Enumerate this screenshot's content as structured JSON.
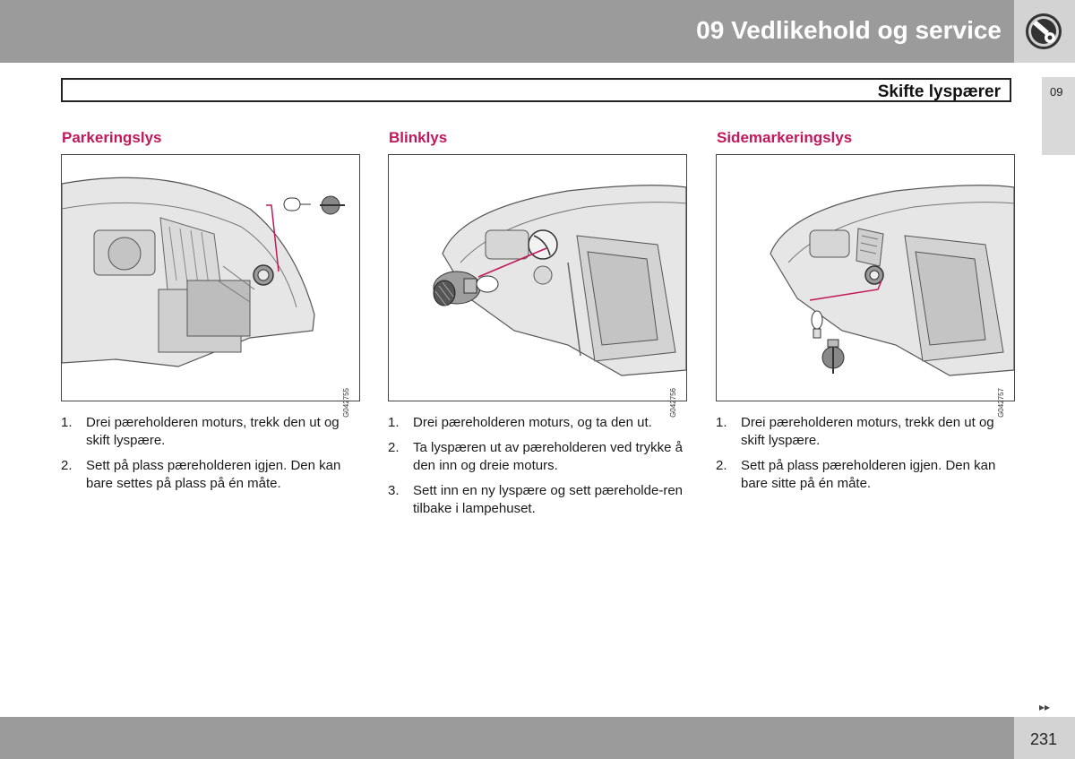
{
  "header": {
    "chapter_title": "09 Vedlikehold og service",
    "icon": "wrench-gear-icon"
  },
  "side_tab": {
    "label": "09"
  },
  "section": {
    "title": "Skifte lyspærer"
  },
  "columns": [
    {
      "heading": "Parkeringslys",
      "figure_code": "G042755",
      "steps": [
        {
          "num": "1.",
          "text": "Drei pæreholderen moturs, trekk den ut og skift lyspære."
        },
        {
          "num": "2.",
          "text": "Sett på plass pæreholderen igjen. Den kan bare settes på plass på én måte."
        }
      ]
    },
    {
      "heading": "Blinklys",
      "figure_code": "G042756",
      "steps": [
        {
          "num": "1.",
          "text": "Drei pæreholderen moturs, og ta den ut."
        },
        {
          "num": "2.",
          "text": "Ta lyspæren ut av pæreholderen ved trykke å den inn og dreie moturs."
        },
        {
          "num": "3.",
          "text": "Sett inn en ny lyspære og sett pæreholde-ren tilbake i lampehuset."
        }
      ]
    },
    {
      "heading": "Sidemarkeringslys",
      "figure_code": "G042757",
      "steps": [
        {
          "num": "1.",
          "text": "Drei pæreholderen moturs, trekk den ut og skift lyspære."
        },
        {
          "num": "2.",
          "text": "Sett på plass pæreholderen igjen. Den kan bare sitte på én måte."
        }
      ]
    }
  ],
  "footer": {
    "continue_mark": "▸▸",
    "page_number": "231"
  },
  "colors": {
    "heading_accent": "#c2185b",
    "bar_gray": "#9b9b9b",
    "light_gray": "#d3d3d3"
  }
}
